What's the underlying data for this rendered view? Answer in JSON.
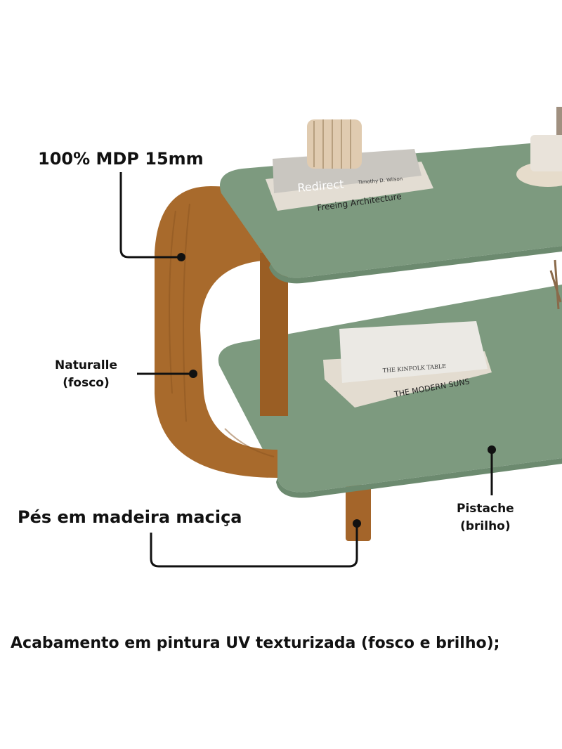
{
  "annotations": {
    "mdp": "100% MDP 15mm",
    "naturalle_line1": "Naturalle",
    "naturalle_line2": "(fosco)",
    "feet": "Pés em madeira maciça",
    "pistache_line1": "Pistache",
    "pistache_line2": "(brilho)"
  },
  "caption": "Acabamento em pintura UV texturizada (fosco e brilho);",
  "books": {
    "top_upper_title": "Redirect",
    "top_upper_author": "Timothy D. Wilson",
    "top_lower_title": "Freeing Architecture",
    "bottom_upper_title": "THE KINFOLK TABLE",
    "bottom_lower_title": "THE MODERN SUNS"
  },
  "colors": {
    "shelf_green": "#7d9a7f",
    "wood": "#a86a2c",
    "annotation_text": "#111111"
  }
}
